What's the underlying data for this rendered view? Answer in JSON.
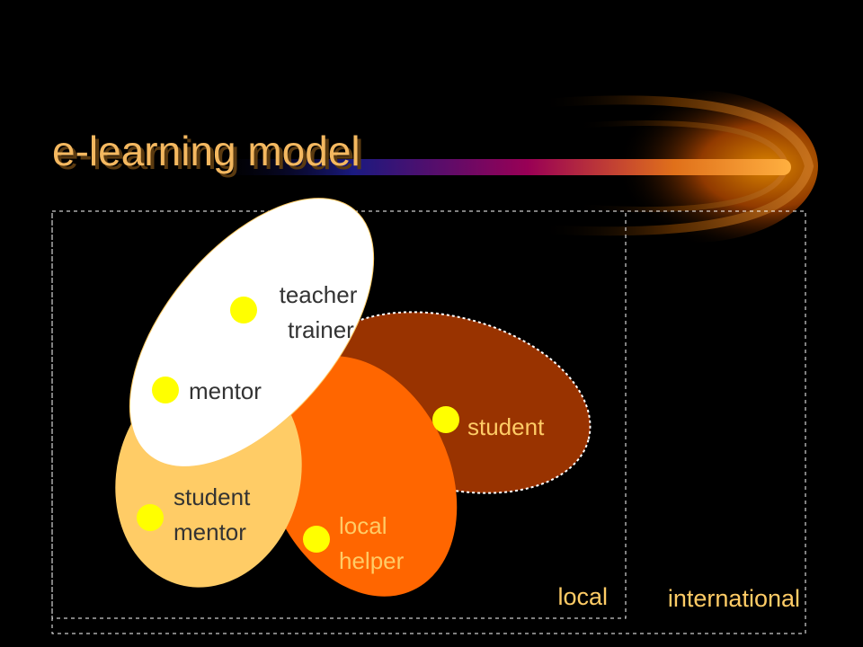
{
  "slide": {
    "title": "e-learning model"
  },
  "colors": {
    "background": "#000000",
    "title": "#F4B860",
    "student_zone": "#993300",
    "local_helper_zone": "#FF6600",
    "student_mentor_zone": "#FFCC66",
    "teacher_zone": "#FFFFFF",
    "node_dot": "#FFFF00",
    "light_text": "#FFCC66",
    "dark_text": "#333333",
    "region_border": "#FFFFFF",
    "streak": "#FF9900"
  },
  "regions": {
    "local_label": "local",
    "international_label": "international"
  },
  "nodes": {
    "teacher_line1": "teacher",
    "teacher_line2": "trainer",
    "mentor": "mentor",
    "student": "student",
    "student_mentor_line1": "student",
    "student_mentor_line2": "mentor",
    "local_helper_line1": "local",
    "local_helper_line2": "helper"
  }
}
